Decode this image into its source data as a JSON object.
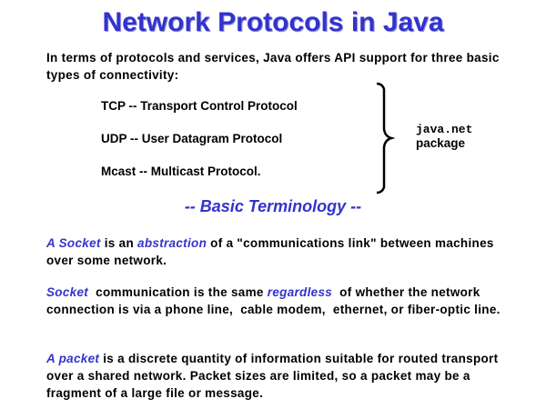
{
  "title": "Network Protocols in Java",
  "intro": "In terms of protocols and services, Java offers API support for three basic types of connectivity:",
  "protocols": [
    "TCP -- Transport Control Protocol",
    "UDP -- User Datagram Protocol",
    "Mcast -- Multicast Protocol."
  ],
  "package": {
    "name": "java.net",
    "label": "package"
  },
  "terminology_heading": "-- Basic Terminology --",
  "paragraphs": [
    {
      "term": "A Socket",
      "t1": " is an ",
      "em": "abstraction",
      "t2": " of a \"communications link\" between machines over some network."
    },
    {
      "term": "Socket",
      "t1": "  communication is the same ",
      "em": "regardless",
      "t2": "  of whether the network connection is via a phone line,  cable modem,  ethernet, or fiber-optic line."
    },
    {
      "term": "A packet",
      "t1": " is a discrete quantity of information suitable for routed transport over a shared network.  Packet sizes are limited, so a packet may be a fragment of a large file or message.",
      "em": "",
      "t2": ""
    }
  ],
  "colors": {
    "accent": "#3333cc",
    "text": "#000000"
  }
}
